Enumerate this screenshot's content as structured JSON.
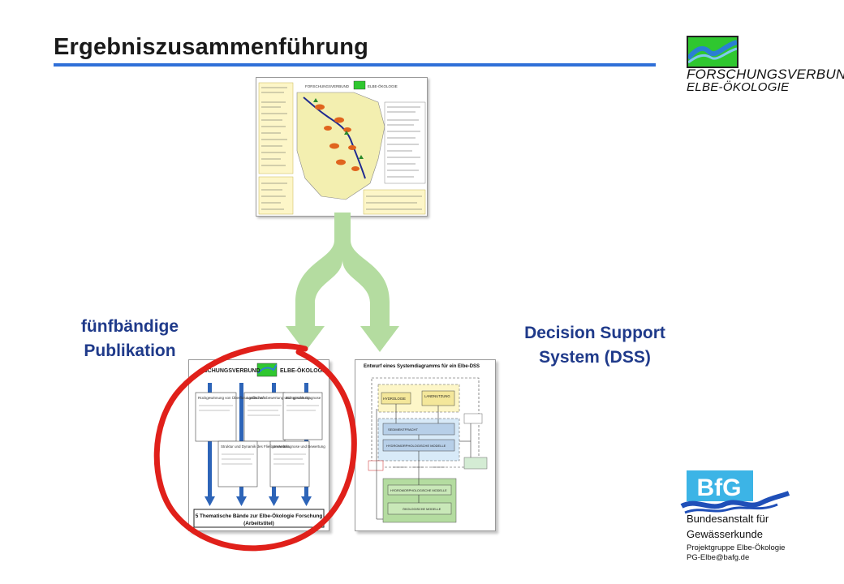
{
  "slide": {
    "title": "Ergebniszusammenführung",
    "accent_color": "#2f6fd8",
    "arrow_color": "#b4dca0",
    "label_color": "#1f3a8a",
    "circle_color": "#e0201a"
  },
  "logo_fv": {
    "line1": "FORSCHUNGSVERBUND",
    "line2": "ELBE-ÖKOLOGIE",
    "icon": "wave-logo-icon"
  },
  "map_doc": {
    "header_left": "FORSCHUNGSVERBUND",
    "header_right": "ELBE-ÖKOLOGIE"
  },
  "labels": {
    "publication_line1": "fünfbändige",
    "publication_line2": "Publikation",
    "dss_line1": "Decision Support",
    "dss_line2": "System (DSS)"
  },
  "pub_doc": {
    "header_left": "SCHUNGSVERBUND",
    "header_right": "ELBE-ÖKOLOGIE",
    "boxes": [
      "Rückgewinnung von Überflutungsflächen",
      "Landschaftsbewertung und -gestaltung",
      "Biologische Diagnose",
      "Struktur und Dynamik des Fließgewässers",
      "Umweltdiagnose und Bewertung"
    ],
    "footer_line1": "5 Thematische Bände zur Elbe-Ökologie Forschung",
    "footer_line2": "(Arbeitstitel)"
  },
  "dss_doc": {
    "title": "Entwurf eines Systemdiagramms für ein Elbe-DSS",
    "modules": [
      "HYDROLOGIE",
      "LANDNUTZUNG",
      "SEDIMENTFRACHT",
      "HYDROMORPHOLOGISCHE MODELLE",
      "HYDROMORPHOLOGISCHE MODELLE",
      "ÖKOLOGISCHE MODELLE"
    ]
  },
  "bfg": {
    "logo_text": "BfG",
    "name_line1": "Bundesanstalt für",
    "name_line2": "Gewässerkunde",
    "group": "Projektgruppe Elbe-Ökologie",
    "email": "PG-Elbe@bafg.de"
  }
}
